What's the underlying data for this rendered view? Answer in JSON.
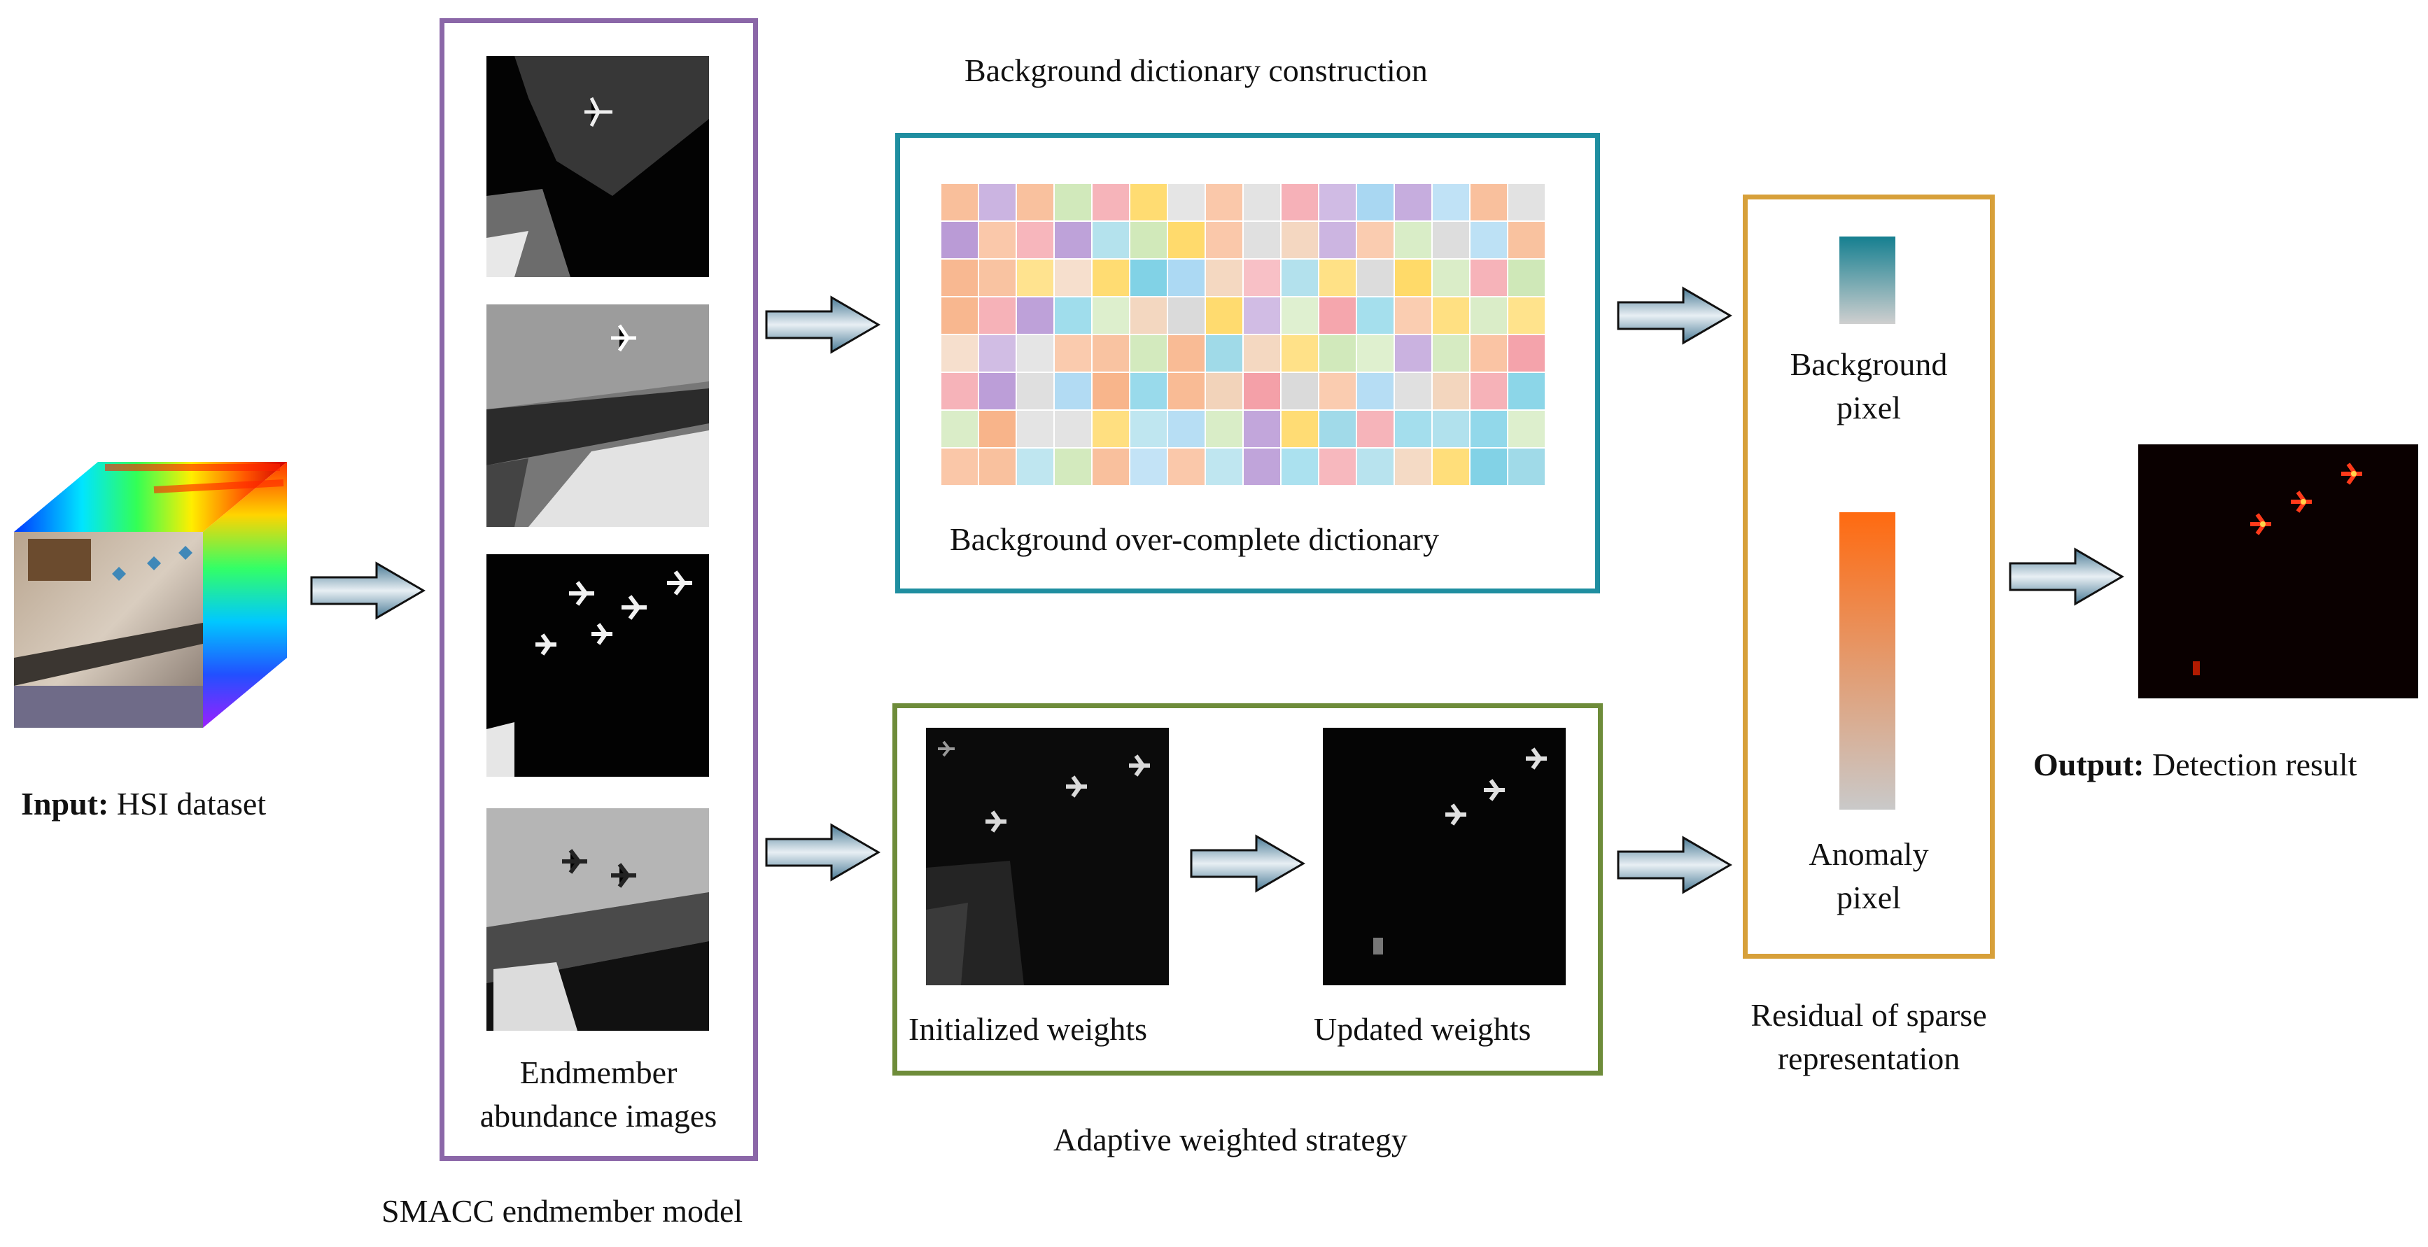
{
  "input": {
    "bold": "Input:",
    "text": " HSI dataset"
  },
  "smacc": {
    "abundance_label_line1": "Endmember",
    "abundance_label_line2": "abundance images",
    "model_label": "SMACC endmember model"
  },
  "dictionary": {
    "title": "Background dictionary construction",
    "inner_label": "Background over-complete dictionary",
    "tile_colors": [
      "#cfe8b8",
      "#b99ad6",
      "#ffd966",
      "#9ed9e8",
      "#f8b48a",
      "#f4a0a8",
      "#d8d8d8",
      "#f2d2b8",
      "#7fd1e6",
      "#a8d7f2"
    ]
  },
  "weights": {
    "initialized_label": "Initialized weights",
    "updated_label": "Updated weights",
    "strategy_label": "Adaptive weighted strategy"
  },
  "residual": {
    "background_line1": "Background",
    "background_line2": "pixel",
    "anomaly_line1": "Anomaly",
    "anomaly_line2": "pixel",
    "caption_line1": "Residual of sparse",
    "caption_line2": "representation"
  },
  "output": {
    "bold": "Output:",
    "text": " Detection result"
  },
  "colors": {
    "purple_box": "#8b67a8",
    "teal_box": "#1f8ea0",
    "green_box": "#6e8c3a",
    "orange_box": "#d7a03a",
    "teal_bar": "#157f90",
    "orange_bar": "#ff6a10",
    "arrow_fill_dark": "#4d7e99",
    "arrow_fill_light": "#e6eef3"
  }
}
